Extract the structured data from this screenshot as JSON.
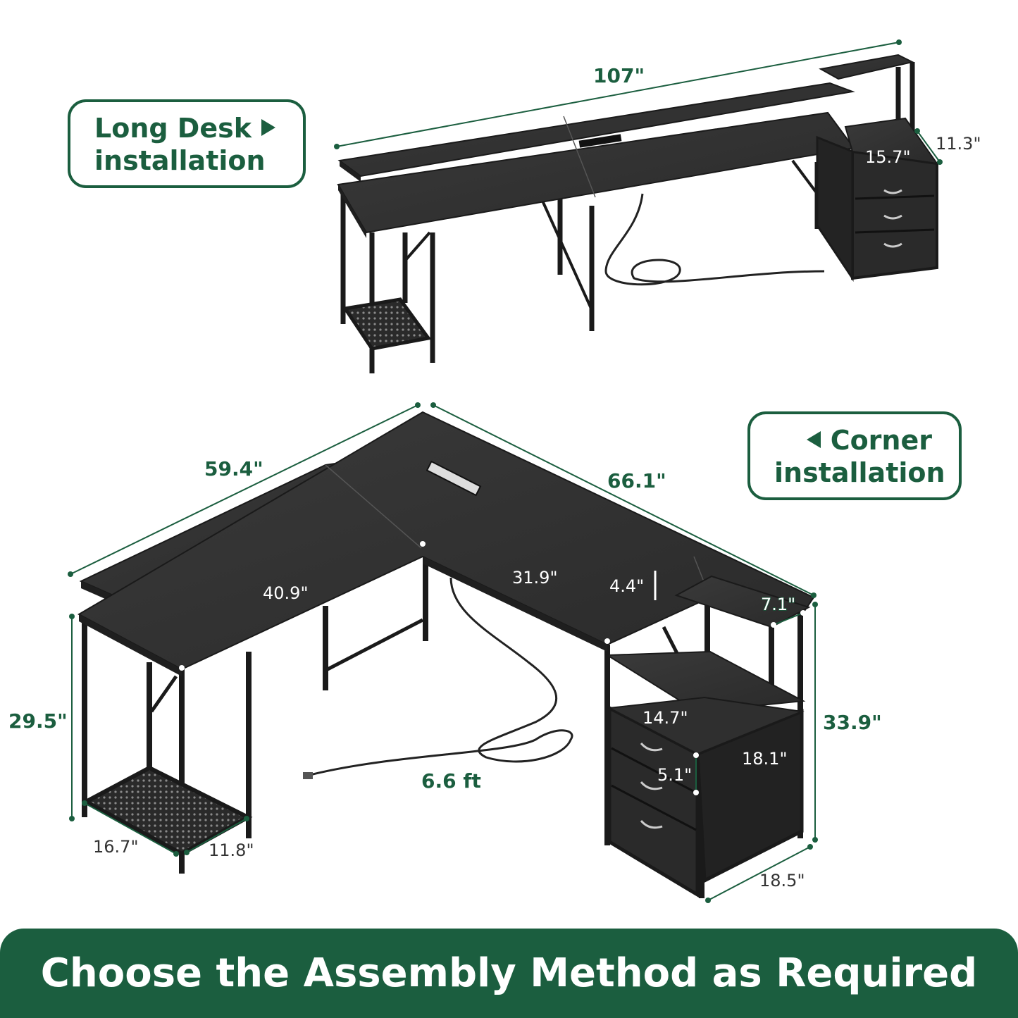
{
  "callouts": {
    "long_desk": {
      "line1": "Long Desk",
      "line2": "installation"
    },
    "corner": {
      "line1": "Corner",
      "line2": "installation"
    }
  },
  "dimensions": {
    "long_desk": {
      "total_length": "107\"",
      "cabinet_width": "15.7\"",
      "cabinet_depth": "11.3\""
    },
    "corner": {
      "left_side_length": "59.4\"",
      "right_side_length": "66.1\"",
      "left_surface": "40.9\"",
      "right_surface": "31.9\"",
      "riser_height": "4.4\"",
      "shelf_depth": "7.1\"",
      "desk_height": "29.5\"",
      "total_height": "33.9\"",
      "cabinet_width": "14.7\"",
      "drawer_height": "5.1\"",
      "cabinet_height": "18.1\"",
      "cabinet_depth": "18.5\"",
      "cord_length": "6.6 ft",
      "shelf_width": "16.7\"",
      "shelf_depth_side": "11.8\""
    }
  },
  "banner": {
    "text": "Choose the Assembly Method as Required"
  },
  "colors": {
    "brand_green": "#1b5e3f",
    "desk_black": "#2b2b2b",
    "frame": "#1a1a1a"
  }
}
